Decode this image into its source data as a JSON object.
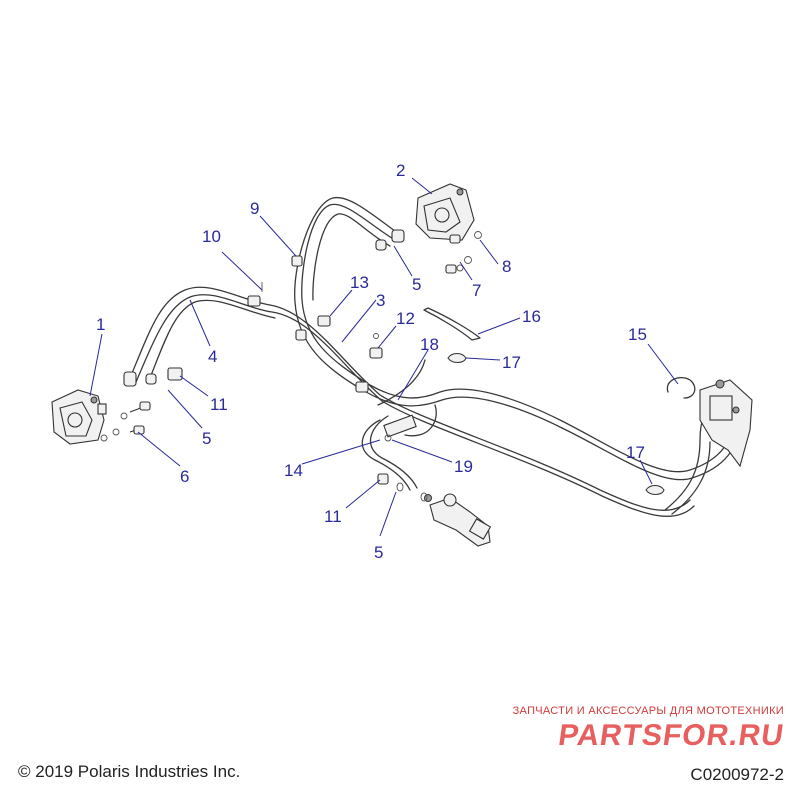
{
  "callouts": [
    "1",
    "2",
    "3",
    "4",
    "5",
    "5",
    "5",
    "6",
    "7",
    "8",
    "9",
    "10",
    "11",
    "11",
    "12",
    "13",
    "14",
    "15",
    "16",
    "17",
    "17",
    "18",
    "19"
  ],
  "footer": {
    "copyright": "© 2019 Polaris Industries Inc.",
    "diagram_code": "C0200972-2"
  },
  "watermark": {
    "tagline": "ЗАПЧАСТИ И АКСЕССУАРЫ ДЛЯ МОТОТЕХНИКИ",
    "brand": "PARTSFOR.RU"
  },
  "colors": {
    "callout": "#2a2a9a",
    "linework": "#3a3a3a",
    "watermark": "#e85f5f"
  }
}
